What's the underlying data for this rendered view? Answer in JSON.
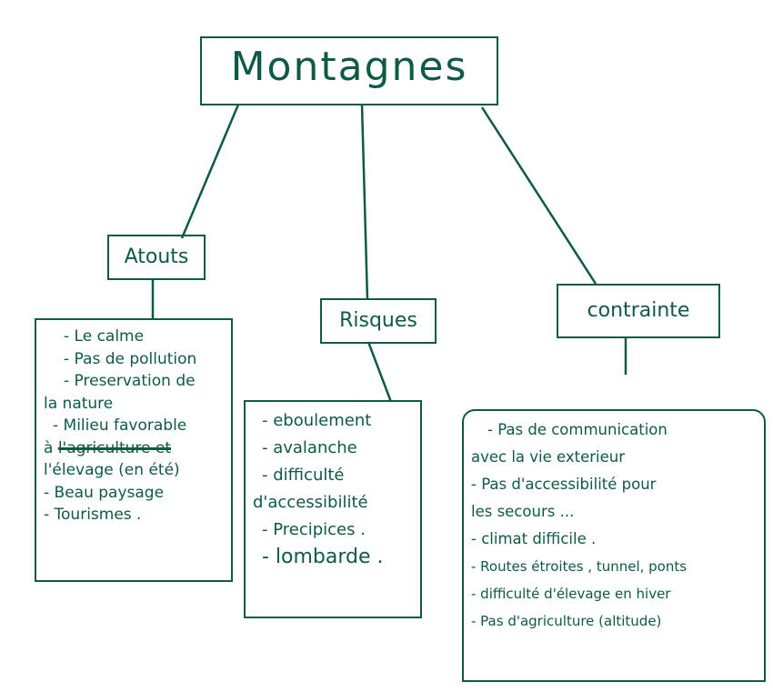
{
  "title": "Montagnes",
  "categories": {
    "atouts": {
      "label": "Atouts",
      "lines": [
        "- Le calme",
        "- Pas de pollution",
        "- Preservation de",
        "la nature",
        "- Milieu favorable",
        "à",
        "l'agriculture et",
        "l'élevage (en été)",
        "- Beau paysage",
        "- Tourismes ."
      ]
    },
    "risques": {
      "label": "Risques",
      "lines": [
        "- eboulement",
        "- avalanche",
        "- difficulté",
        "d'accessibilité",
        "- Precipices .",
        "- lombarde ."
      ]
    },
    "contrainte": {
      "label": "contrainte",
      "lines": [
        "- Pas de communication",
        "avec la vie exterieur",
        "- Pas d'accessibilité pour",
        "les secours ...",
        "- climat difficile .",
        "- Routes étroites , tunnel, ponts",
        "- difficulté d'élevage en hiver",
        "- Pas d'agriculture (altitude)"
      ]
    }
  },
  "colors": {
    "ink": "#0e5a45"
  }
}
